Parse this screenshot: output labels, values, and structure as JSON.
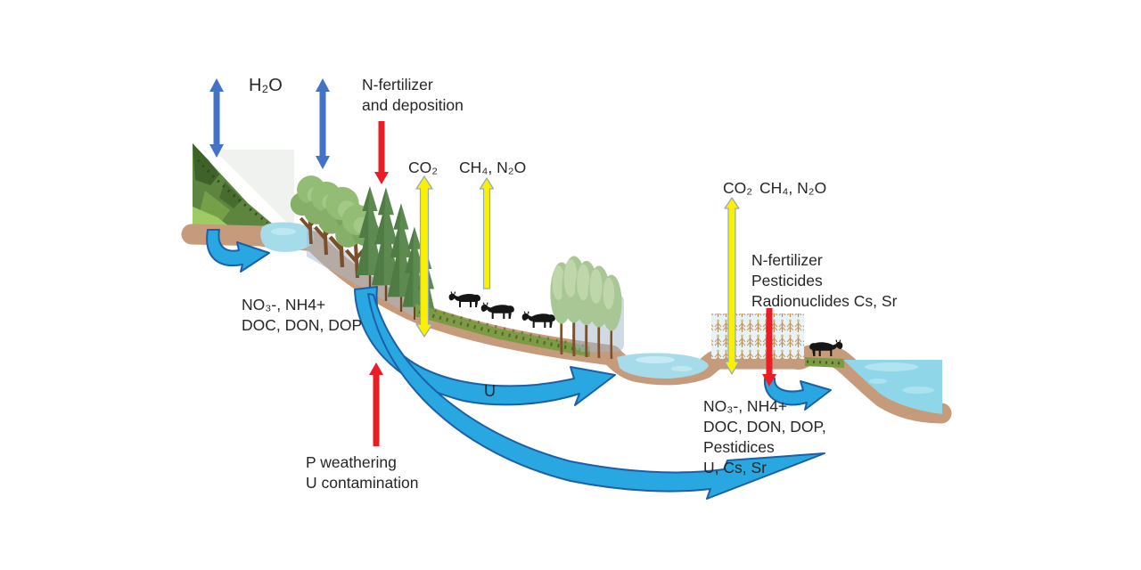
{
  "labels": {
    "h2o": "H₂O",
    "n_deposition": {
      "line1": "N-fertilizer",
      "line2": "and deposition"
    },
    "forest_co2": "CO₂",
    "pasture_gases": "CH₄, N₂O",
    "cropland_co2": "CO₂",
    "cropland_gases": "CH₄, N₂O",
    "agrochemicals": {
      "line1": "N-fertilizer",
      "line2": "Pesticides",
      "line3": "Radionuclides Cs, Sr"
    },
    "hillslope_export": {
      "line1": "NO₃-, NH4+",
      "line2": "DOC, DON, DOP"
    },
    "uranium": "U",
    "weathering": {
      "line1": "P weathering",
      "line2": "U contamination"
    },
    "coastal_export": {
      "line1": "NO₃-, NH4+",
      "line2": "DOC, DON, DOP,",
      "line3": "Pestidices",
      "line4": "U, Cs, Sr"
    }
  },
  "colors": {
    "water_flux_blue": "#4472C4",
    "gas_flux_yellow": "#FBF000",
    "contaminant_red": "#EC1C24",
    "lateral_flow_blue": "#29A7E0",
    "lateral_flow_edge": "#1C5FA8",
    "soil_brown": "#C69B7B",
    "water_cyan": "#A6DCEA",
    "sea_cyan": "#8FD7E8",
    "text_dark": "#262626"
  }
}
